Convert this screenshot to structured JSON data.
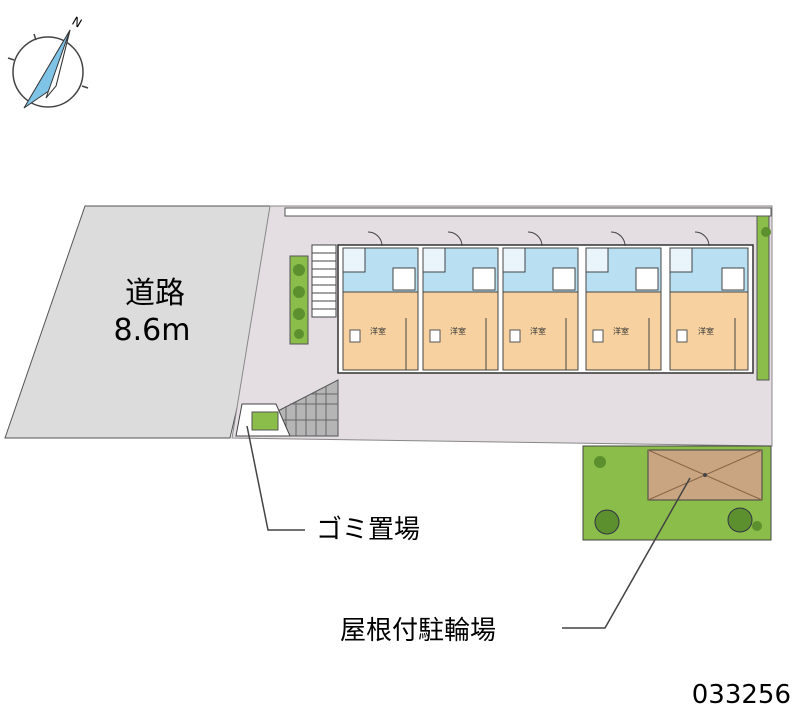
{
  "compass": {
    "north_label": "N",
    "icon": "north-arrow-icon"
  },
  "road": {
    "name": "道路",
    "width": "8.6m"
  },
  "labels": {
    "garbage": "ゴミ置場",
    "bicycle_parking": "屋根付駐輪場"
  },
  "property_code": "033256",
  "units": [
    {
      "room_label": "洋室"
    },
    {
      "room_label": "洋室"
    },
    {
      "room_label": "洋室"
    },
    {
      "room_label": "洋室"
    },
    {
      "room_label": "洋室"
    }
  ],
  "colors": {
    "road": "#dcdcdc",
    "ground": "#e4dde2",
    "room": "#f7d2a0",
    "wet_area": "#b9dff2",
    "green": "#8bbd4a",
    "bike_roof": "#c9a581",
    "compass": "#7fc3e6"
  }
}
